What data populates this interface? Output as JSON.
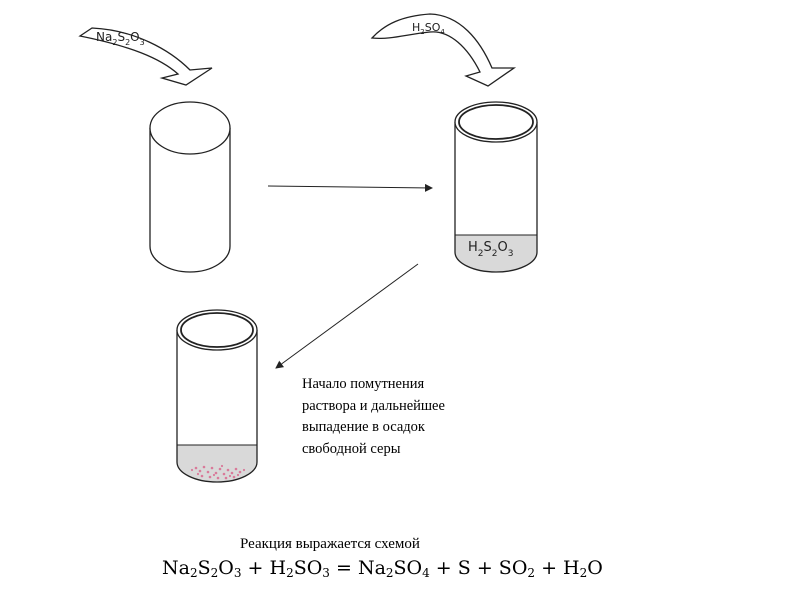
{
  "reagents": {
    "first": {
      "base": "Na",
      "parts": [
        [
          "2",
          "S"
        ],
        [
          "2",
          "O"
        ],
        [
          "3",
          ""
        ]
      ]
    },
    "second": {
      "base": "H",
      "parts": [
        [
          "2",
          "SO"
        ],
        [
          "4",
          ""
        ]
      ]
    }
  },
  "flask_label": {
    "base": "H",
    "parts": [
      [
        "2",
        "S"
      ],
      [
        "2",
        "O"
      ],
      [
        "3",
        ""
      ]
    ]
  },
  "caption_lines": [
    "Начало помутнения",
    "раствора и дальнейшее",
    "выпадение в осадок",
    "свободной серы"
  ],
  "scheme_label": "Реакция выражается схемой",
  "equation": [
    {
      "base": "Na",
      "parts": [
        [
          "2",
          "S"
        ],
        [
          "2",
          "O"
        ],
        [
          "3",
          ""
        ]
      ]
    },
    {
      "op": " + "
    },
    {
      "base": "H",
      "parts": [
        [
          "2",
          "SO"
        ],
        [
          "3",
          ""
        ]
      ]
    },
    {
      "op": " = "
    },
    {
      "base": "Na",
      "parts": [
        [
          "2",
          "SO"
        ],
        [
          "4",
          ""
        ]
      ]
    },
    {
      "op": " + "
    },
    {
      "base": "S",
      "parts": []
    },
    {
      "op": " + "
    },
    {
      "base": "SO",
      "parts": [
        [
          "2",
          ""
        ]
      ]
    },
    {
      "op": " + "
    },
    {
      "base": "H",
      "parts": [
        [
          "2",
          "O"
        ]
      ]
    }
  ],
  "colors": {
    "liquid": "#d9d9d9",
    "precipitate": "#d97a9a",
    "stroke": "#222222"
  }
}
